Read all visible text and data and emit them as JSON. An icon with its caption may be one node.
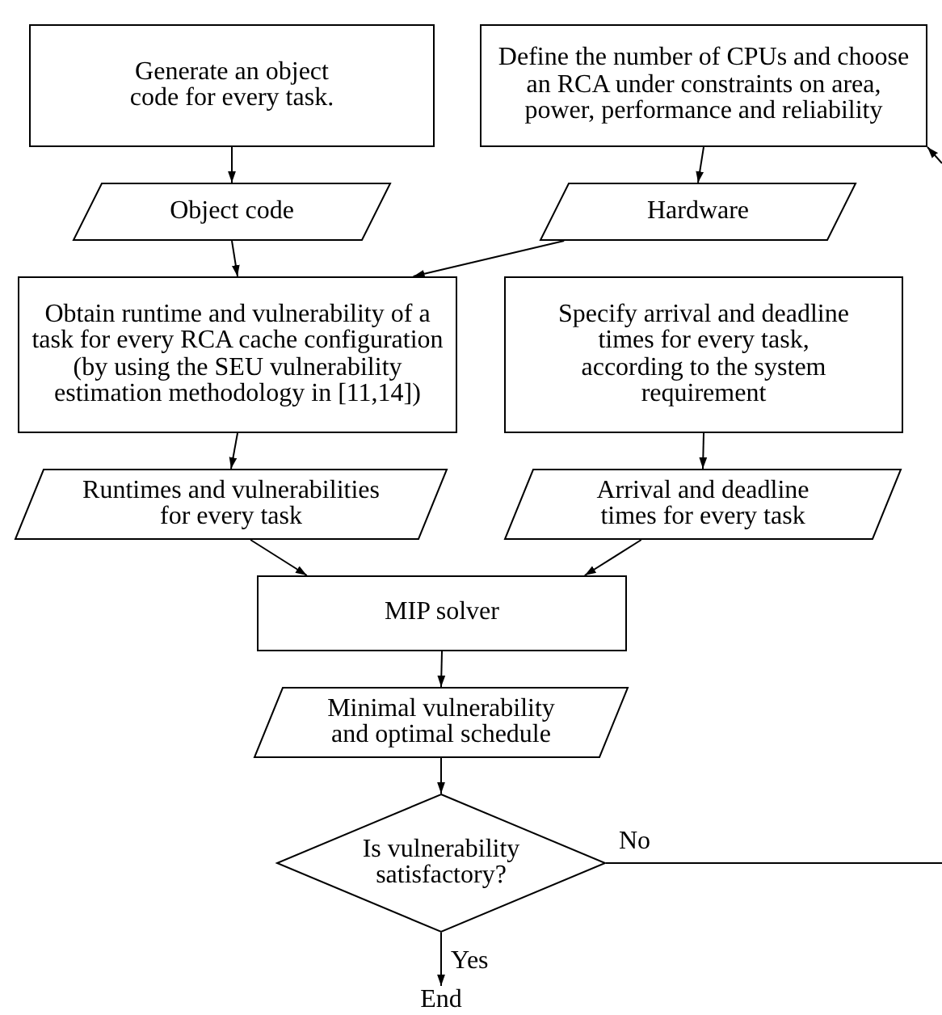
{
  "diagram": {
    "nodes": [
      {
        "text": [
          "Generate an object code for every task."
        ]
      },
      {
        "text": [
          "Define the number of CPUs and choose an RCA under constraints on area, power, performance and reliability"
        ]
      },
      {
        "text": [
          "Object code"
        ]
      },
      {
        "text": [
          "Hardware"
        ]
      },
      {
        "text": [
          "Obtain runtime and vulnerability of a task for every RCA cache configuration (by using the SEU vulnerability estimation methodology in [11,14])"
        ]
      },
      {
        "text": [
          "Specify arrival and deadline times for every task, according to the system requirement"
        ]
      },
      {
        "text": [
          "Runtimes and vulnerabilities for every task"
        ]
      },
      {
        "text": [
          "Arrival and deadline times for every task"
        ]
      },
      {
        "text": [
          "MIP solver"
        ]
      },
      {
        "text": [
          "Minimal vulnerability and optimal schedule"
        ]
      },
      {
        "text": [
          "Is vulnerability satisfactory?"
        ]
      },
      {
        "text": [
          "End"
        ]
      }
    ],
    "edges": [
      {
        "from": 0,
        "to": 2,
        "arrow": "to"
      },
      {
        "from": 1,
        "to": 3,
        "arrow": "to"
      },
      {
        "from": 2,
        "to": 4,
        "arrow": "to"
      },
      {
        "from": 3,
        "to": 4,
        "arrow": "to"
      },
      {
        "from": 4,
        "to": 6,
        "arrow": "to"
      },
      {
        "from": 5,
        "to": 7,
        "arrow": "to"
      },
      {
        "from": 6,
        "to": 8,
        "arrow": "to"
      },
      {
        "from": 7,
        "to": 8,
        "arrow": "to"
      },
      {
        "from": 8,
        "to": 9,
        "arrow": "to"
      },
      {
        "from": 9,
        "to": 10,
        "arrow": "to"
      },
      {
        "from": 10,
        "to": 11,
        "arrow": "to",
        "label": "Yes"
      },
      {
        "from": 10,
        "to": null,
        "arrow": "none",
        "label": "No"
      },
      {
        "from": null,
        "to": 1,
        "arrow": "to"
      }
    ]
  }
}
